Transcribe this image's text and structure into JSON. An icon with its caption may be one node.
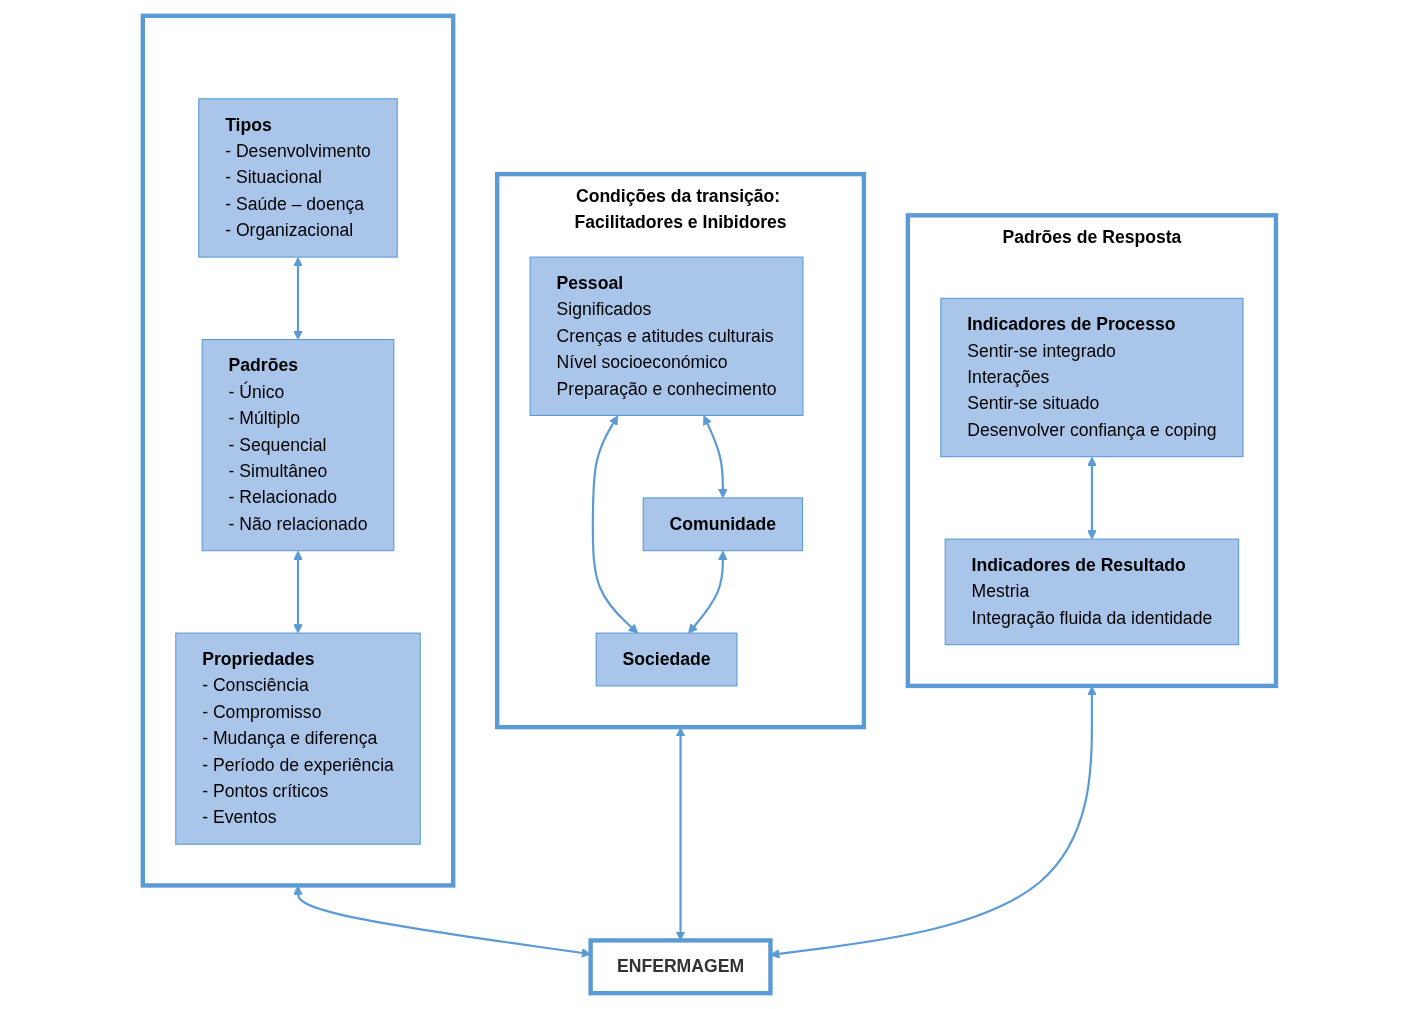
{
  "diagram": {
    "nodes": [
      {
        "text": [],
        "shape": "box"
      },
      {
        "text": [
          "Tipos",
          "- Desenvolvimento",
          "- Situacional",
          "- Saúde – doença",
          "- Organizacional"
        ],
        "in": 0
      },
      {
        "text": [
          "Padrões",
          "- Único",
          "- Múltiplo",
          "- Sequencial",
          "- Simultâneo",
          "- Relacionado",
          "- Não relacionado"
        ],
        "in": 0
      },
      {
        "text": [
          "Propriedades",
          "- Consciência",
          "- Compromisso",
          "- Mudança e diferença",
          "- Período de experiência",
          "- Pontos críticos",
          "- Eventos"
        ],
        "in": 0
      },
      {
        "text": [
          "Condições da transição: Facilitadores e Inibidores"
        ]
      },
      {
        "text": [
          "Pessoal",
          "Significados",
          "Crenças e atitudes culturais",
          "Nível socioeconómico",
          "Preparação e conhecimento"
        ],
        "in": 4
      },
      {
        "text": [
          "Comunidade"
        ],
        "in": 4
      },
      {
        "text": [
          "Sociedade"
        ],
        "in": 4
      },
      {
        "text": [
          "Padrões de Resposta"
        ]
      },
      {
        "text": [
          "Indicadores de Processo",
          "Sentir-se integrado",
          "Interações",
          "Sentir-se situado",
          "Desenvolver confiança e coping"
        ],
        "in": 8
      },
      {
        "text": [
          "Indicadores de Resultado",
          "Mestria",
          "Integração fluida da identidade"
        ],
        "in": 8
      },
      {
        "text": [
          "ENFERMAGEM"
        ]
      }
    ],
    "edges": [
      {
        "from": 1,
        "to": 2,
        "arrow": "both"
      },
      {
        "from": 2,
        "to": 3,
        "arrow": "both"
      },
      {
        "from": 5,
        "to": 6,
        "arrow": "both"
      },
      {
        "from": 5,
        "to": 7,
        "arrow": "both"
      },
      {
        "from": 6,
        "to": 7,
        "arrow": "both"
      },
      {
        "from": 9,
        "to": 10,
        "arrow": "both"
      },
      {
        "from": 0,
        "to": 11,
        "arrow": "both"
      },
      {
        "from": 4,
        "to": 11,
        "arrow": "both"
      },
      {
        "from": 8,
        "to": 11,
        "arrow": "both"
      }
    ]
  }
}
